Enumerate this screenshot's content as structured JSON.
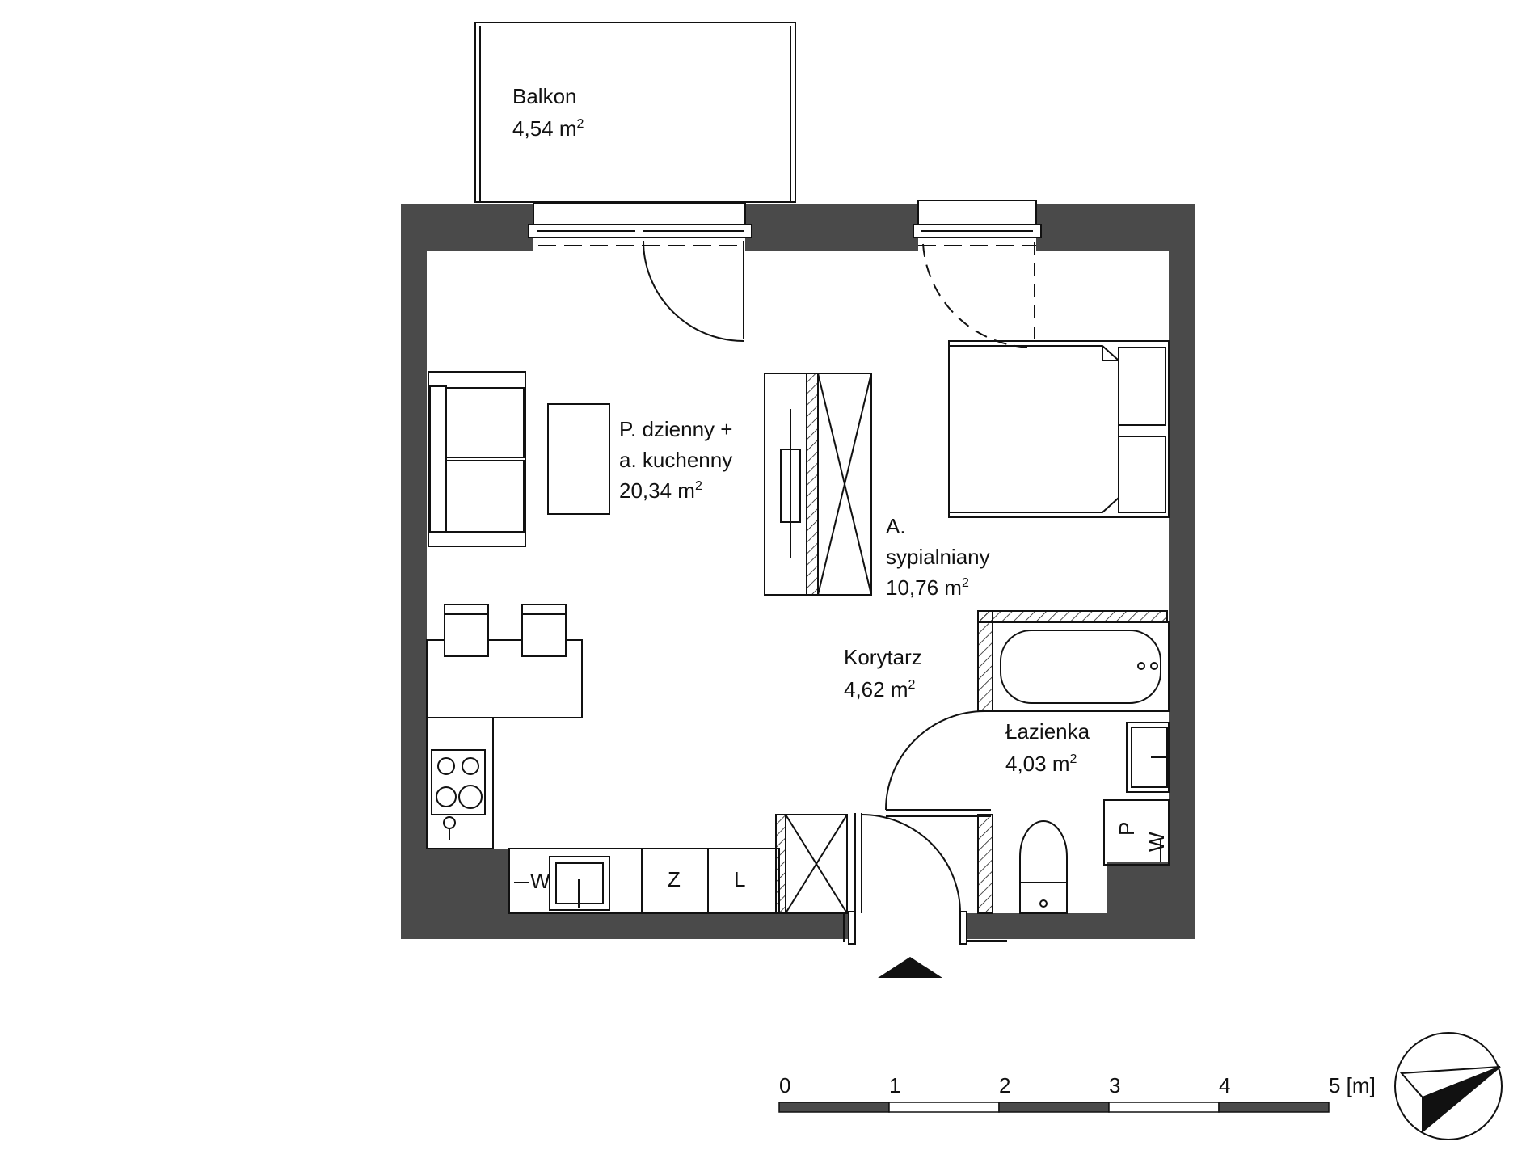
{
  "colors": {
    "wall": "#4a4a4a",
    "line": "#111111",
    "background": "#ffffff"
  },
  "rooms": {
    "balcony": {
      "name": "Balkon",
      "area": "4,54 m",
      "unit_sup": "2"
    },
    "living": {
      "name_line1": "P. dzienny +",
      "name_line2": "a. kuchenny",
      "area": "20,34 m",
      "unit_sup": "2"
    },
    "bedroom": {
      "name_line1": "A.",
      "name_line2": "sypialniany",
      "area": "10,76 m",
      "unit_sup": "2"
    },
    "corridor": {
      "name": "Korytarz",
      "area": "4,62 m",
      "unit_sup": "2"
    },
    "bathroom": {
      "name": "Łazienka",
      "area": "4,03 m",
      "unit_sup": "2"
    }
  },
  "fixtures": {
    "fridge_label": "Z",
    "dishwasher_label": "L",
    "sink_water_label": "W",
    "washer_label": "P",
    "bath_water_label": "W"
  },
  "scale": {
    "ticks": [
      "0",
      "1",
      "2",
      "3",
      "4",
      "5 [m]"
    ]
  },
  "icons": {
    "compass": "north-arrow-icon",
    "entrance": "entrance-arrow-icon"
  }
}
